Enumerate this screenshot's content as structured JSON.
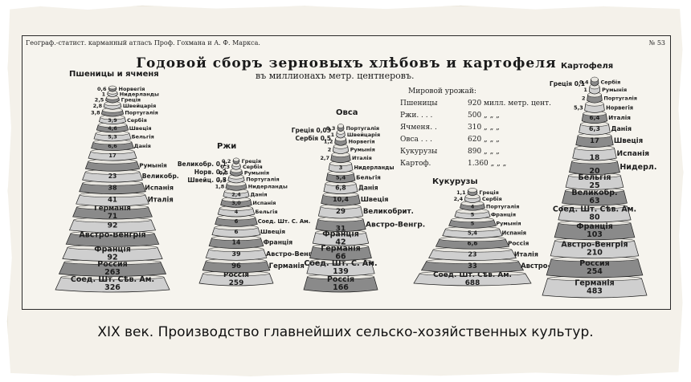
{
  "header": {
    "source": "Географ.-статист. карманный атласъ Проф. Гохмана и А. Ф. Маркса.",
    "page": "№ 53"
  },
  "title": "Годовой сборъ зерновыхъ хлѣбовъ и картофеля",
  "subtitle": "въ миллионахъ метр. центнеровъ.",
  "harvest": {
    "heading": "Мировой урожай:",
    "rows": [
      {
        "label": "Пшеницы",
        "value": "920 милл. метр. цент."
      },
      {
        "label": "Ржи. . . .",
        "value": "500  „  „  „"
      },
      {
        "label": "Ячменя. .",
        "value": "310  „  „  „"
      },
      {
        "label": "Овса . . .",
        "value": "620  „  „  „"
      },
      {
        "label": "Кукурузы",
        "value": "890  „  „  „"
      },
      {
        "label": "Картоф.",
        "value": "1.360  „  „  „"
      }
    ]
  },
  "colors": {
    "ink": "#1c1c1c",
    "paper": "#f6f4ee",
    "band_dark": "#8a8a8a",
    "band_light": "#cfcfcf"
  },
  "stacks": [
    {
      "name": "Пшеницы и ячменя",
      "levels": [
        {
          "country": "Норвегія",
          "value": "0,6"
        },
        {
          "country": "Нидерланды",
          "value": "1"
        },
        {
          "country": "Греція",
          "value": "2,5"
        },
        {
          "country": "Швейцарія",
          "value": "2,8"
        },
        {
          "country": "Португалія",
          "value": "3,8"
        },
        {
          "country": "Сербія",
          "value": "3,9"
        },
        {
          "country": "Швеція",
          "value": "4,6"
        },
        {
          "country": "Бельгія",
          "value": "5,3"
        },
        {
          "country": "Данія",
          "value": "6,6"
        },
        {
          "country": "",
          "value": "17"
        },
        {
          "country": "Румынія",
          "value": ""
        },
        {
          "country": "Великобр.",
          "value": "23"
        },
        {
          "country": "Испанія",
          "value": "38"
        },
        {
          "country": "Италія",
          "value": "41"
        },
        {
          "country": "Германія",
          "value": "71"
        },
        {
          "country": "",
          "value": "92"
        },
        {
          "country": "Австро-Венгрія",
          "value": ""
        },
        {
          "country": "Франція",
          "value": "92"
        },
        {
          "country": "Россия",
          "value": "263"
        },
        {
          "country": "Соед. Шт. Сѣв. Ам.",
          "value": "326"
        }
      ]
    },
    {
      "name": "Ржи",
      "levels": [
        {
          "country": "Греція",
          "value": "0,2"
        },
        {
          "country": "Сербія",
          "value": "0,3"
        },
        {
          "country": "Румынія",
          "value": "0,5"
        },
        {
          "country": "Португалія",
          "value": "1,2"
        },
        {
          "country": "Нидерланды",
          "value": "1,8"
        },
        {
          "country": "Данія",
          "value": "2,4"
        },
        {
          "country": "Испанія",
          "value": "3,0"
        },
        {
          "country": "Бельгія",
          "value": "4"
        },
        {
          "country": "Соед. Шт. С. Ам.",
          "value": "6"
        },
        {
          "country": "Швеція",
          "value": "6"
        },
        {
          "country": "Франція",
          "value": "14"
        },
        {
          "country": "Австро-Венгрія",
          "value": "39"
        },
        {
          "country": "Германія",
          "value": "96"
        },
        {
          "country": "Россія",
          "value": "259"
        }
      ],
      "left_labels": [
        {
          "country": "Великобр.",
          "value": "0,1"
        },
        {
          "country": "Норв.",
          "value": "0,2"
        },
        {
          "country": "Швейц.",
          "value": "0,5"
        }
      ]
    },
    {
      "name": "Овса",
      "levels": [
        {
          "country": "Португалія",
          "value": "0,3"
        },
        {
          "country": "Швейцарія",
          "value": "1"
        },
        {
          "country": "Норвегія",
          "value": "1,2"
        },
        {
          "country": "Румынія",
          "value": "2"
        },
        {
          "country": "Италія",
          "value": "2,7"
        },
        {
          "country": "Нидерланды",
          "value": "3"
        },
        {
          "country": "Бельгія",
          "value": "5,4"
        },
        {
          "country": "Данія",
          "value": "6,8"
        },
        {
          "country": "Швеція",
          "value": "10,4"
        },
        {
          "country": "Великобрит.",
          "value": "29"
        },
        {
          "country": "Австро-Венгр.",
          "value": "31"
        },
        {
          "country": "Франція",
          "value": "42"
        },
        {
          "country": "Германія",
          "value": "66"
        },
        {
          "country": "Соед. Шт. С. Ам.",
          "value": "139"
        },
        {
          "country": "Россія",
          "value": "166"
        }
      ],
      "left_labels": [
        {
          "country": "Греція",
          "value": "0,03"
        },
        {
          "country": "Сербія",
          "value": "0,5"
        }
      ]
    },
    {
      "name": "Кукурузы",
      "levels": [
        {
          "country": "Греція",
          "value": "1,1"
        },
        {
          "country": "Сербія",
          "value": "2,4"
        },
        {
          "country": "Португалія",
          "value": "4"
        },
        {
          "country": "Франція",
          "value": "5"
        },
        {
          "country": "Румынія",
          "value": "5"
        },
        {
          "country": "Испанія",
          "value": "5,4"
        },
        {
          "country": "Россія",
          "value": "6,6"
        },
        {
          "country": "Италія",
          "value": "23"
        },
        {
          "country": "Австро-Венгрія",
          "value": "33"
        },
        {
          "country": "Соед. Шт. Сѣв. Ам.",
          "value": "688"
        }
      ]
    },
    {
      "name": "Картофеля",
      "levels": [
        {
          "country": "Сербія",
          "value": "0,4"
        },
        {
          "country": "Румынія",
          "value": "1"
        },
        {
          "country": "Португалія",
          "value": "2"
        },
        {
          "country": "Норвегія",
          "value": "5,3"
        },
        {
          "country": "Италія",
          "value": "6,4"
        },
        {
          "country": "Данія",
          "value": "6,3"
        },
        {
          "country": "Швеція",
          "value": "17"
        },
        {
          "country": "Испанія",
          "value": "18"
        },
        {
          "country": "Нидерл.",
          "value": "20"
        },
        {
          "country": "Бельгія",
          "value": "25"
        },
        {
          "country": "Великобр.",
          "value": "63"
        },
        {
          "country": "Соед. Шт. Сѣв. Ам.",
          "value": "80"
        },
        {
          "country": "Франція",
          "value": "103"
        },
        {
          "country": "Австро-Венгрія",
          "value": "210"
        },
        {
          "country": "Россия",
          "value": "254"
        },
        {
          "country": "Германія",
          "value": "483"
        }
      ],
      "left_labels": [
        {
          "country": "Греція",
          "value": "0,1"
        }
      ]
    }
  ],
  "caption": "XIX век. Производство главнейших сельско-хозяйственных культур."
}
